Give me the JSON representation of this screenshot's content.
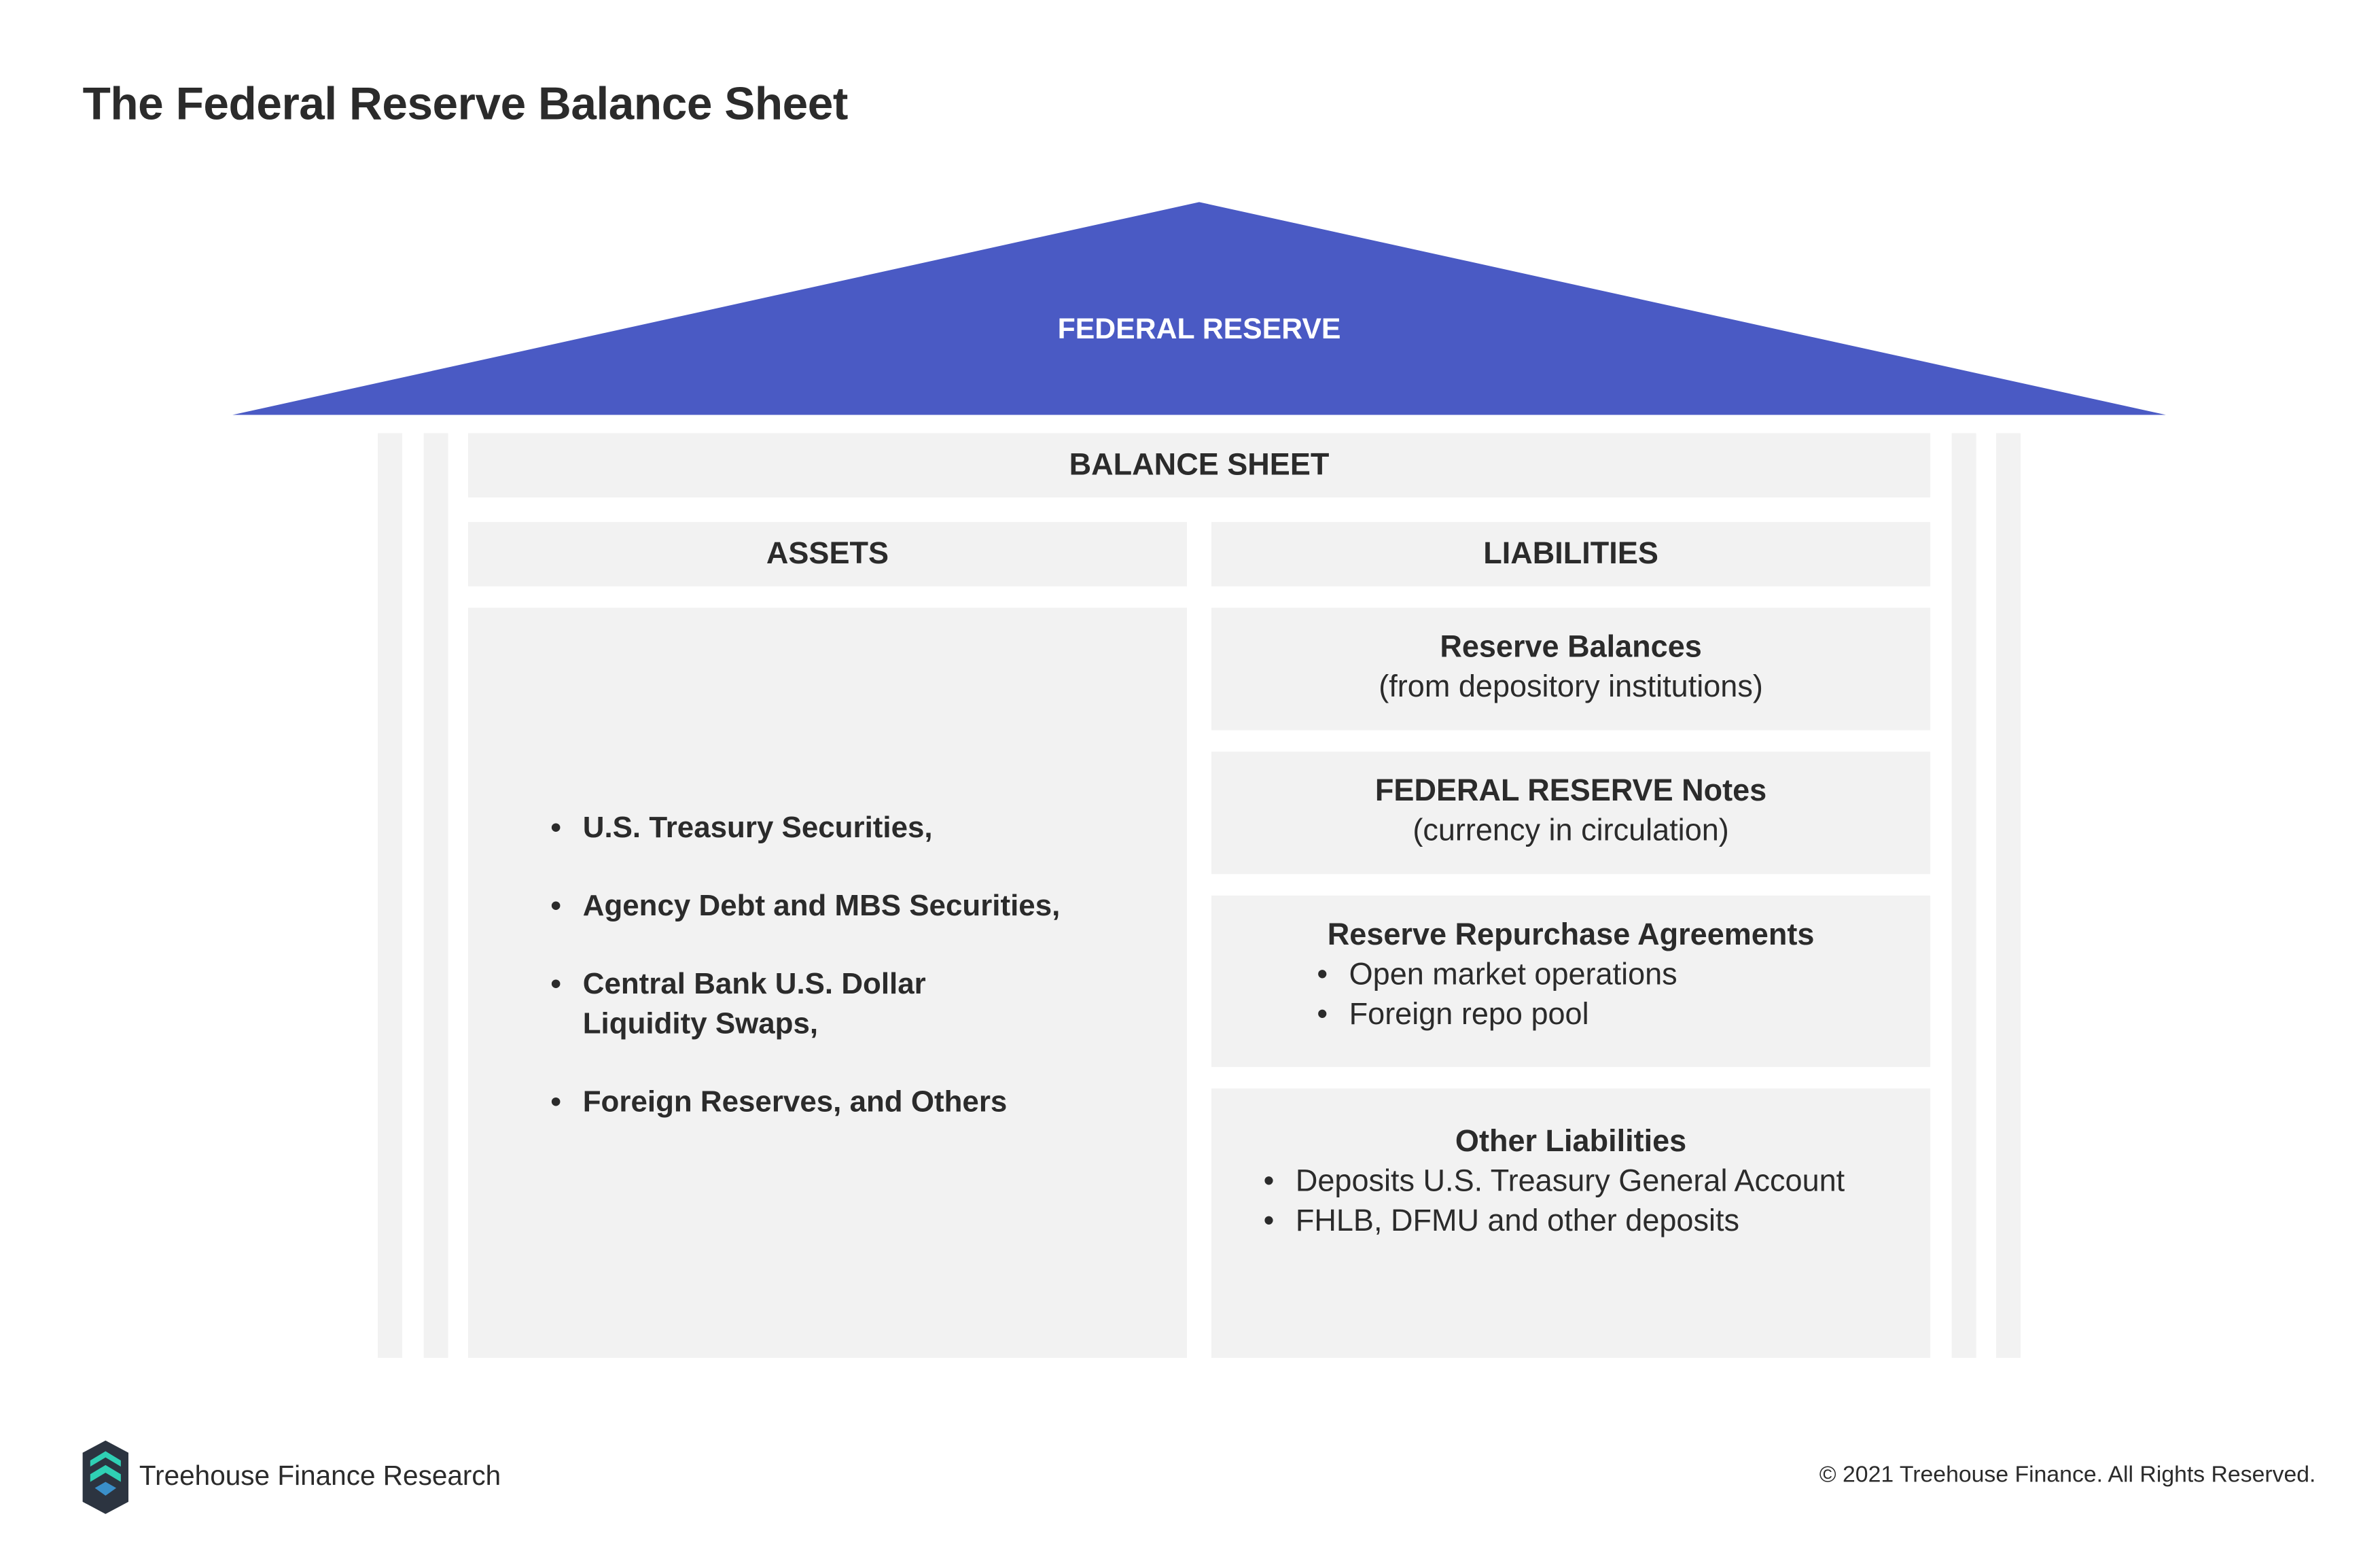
{
  "title": "The Federal Reserve Balance Sheet",
  "roof": {
    "label": "FEDERAL RESERVE",
    "color": "#4a5ac4"
  },
  "balance_sheet": {
    "label": "BALANCE SHEET"
  },
  "assets": {
    "header": "ASSETS",
    "items": [
      {
        "line1": "U.S. Treasury Securities,",
        "line2": ""
      },
      {
        "line1": "Agency Debt and MBS Securities,",
        "line2": ""
      },
      {
        "line1": "Central Bank U.S. Dollar",
        "line2": "Liquidity Swaps,"
      },
      {
        "line1": "Foreign Reserves, and Others",
        "line2": ""
      }
    ]
  },
  "liabilities": {
    "header": "LIABILITIES",
    "reserve_balances": {
      "title": "Reserve Balances",
      "subtitle": "(from depository institutions)"
    },
    "fed_notes": {
      "title": "FEDERAL RESERVE Notes",
      "subtitle": "(currency in circulation)"
    },
    "repo": {
      "title": "Reserve Repurchase Agreements",
      "items": [
        "Open market operations",
        "Foreign repo pool"
      ]
    },
    "other": {
      "title": "Other Liabilities",
      "items": [
        "Deposits U.S. Treasury General Account",
        "FHLB, DFMU and other deposits"
      ]
    }
  },
  "footer": {
    "brand": "Treehouse Finance Research",
    "copyright": "© 2021 Treehouse Finance. All Rights Reserved."
  },
  "colors": {
    "panel": "#f2f2f2",
    "text": "#2b2b2b",
    "logo_dark": "#2c3440",
    "logo_teal": "#2fd0b4",
    "logo_blue": "#3a8fc9"
  }
}
